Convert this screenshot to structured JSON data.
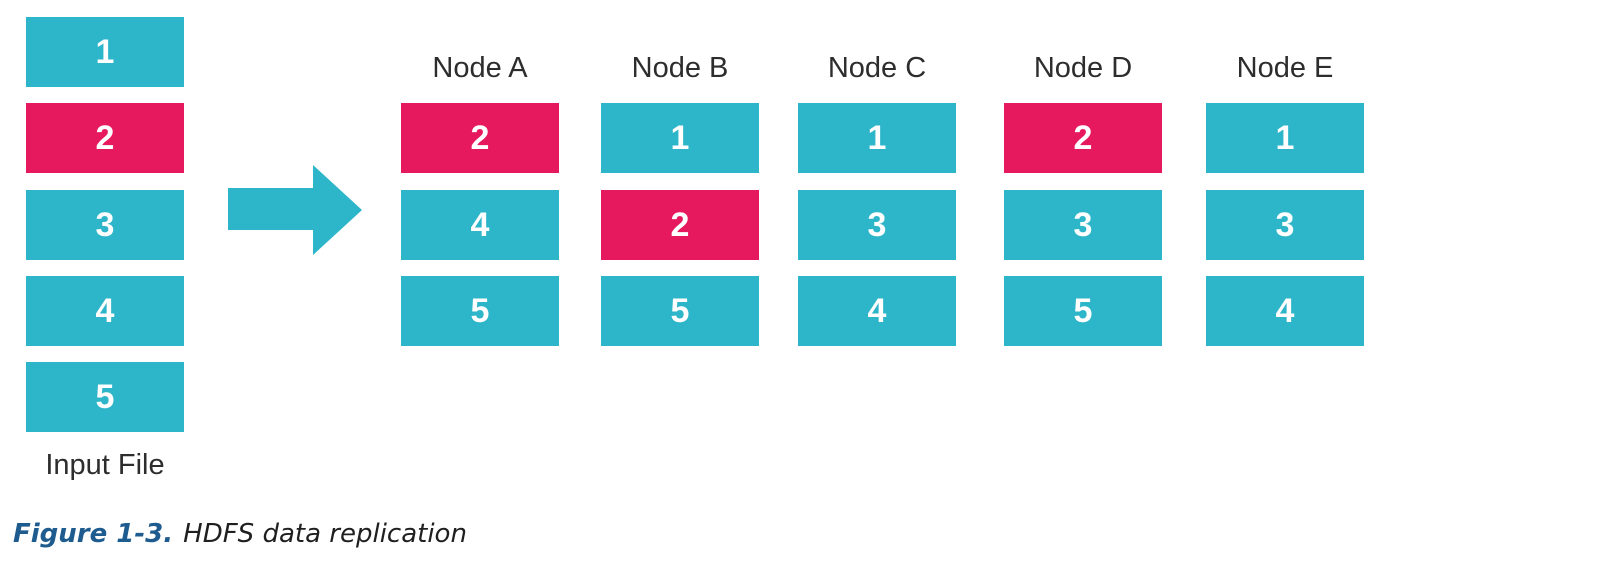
{
  "colors": {
    "block_cyan": "#2db5c9",
    "block_pink": "#e6195f",
    "caption_blue": "#1e5b8e",
    "label_dark": "#2d2d2d",
    "block_text": "#ffffff"
  },
  "input_file": {
    "label": "Input File",
    "blocks": [
      {
        "value": "1",
        "highlighted": false
      },
      {
        "value": "2",
        "highlighted": true
      },
      {
        "value": "3",
        "highlighted": false
      },
      {
        "value": "4",
        "highlighted": false
      },
      {
        "value": "5",
        "highlighted": false
      }
    ]
  },
  "arrow": {
    "name": "right-arrow"
  },
  "nodes": [
    {
      "label": "Node A",
      "blocks": [
        {
          "value": "2",
          "highlighted": true
        },
        {
          "value": "4",
          "highlighted": false
        },
        {
          "value": "5",
          "highlighted": false
        }
      ]
    },
    {
      "label": "Node B",
      "blocks": [
        {
          "value": "1",
          "highlighted": false
        },
        {
          "value": "2",
          "highlighted": true
        },
        {
          "value": "5",
          "highlighted": false
        }
      ]
    },
    {
      "label": "Node C",
      "blocks": [
        {
          "value": "1",
          "highlighted": false
        },
        {
          "value": "3",
          "highlighted": false
        },
        {
          "value": "4",
          "highlighted": false
        }
      ]
    },
    {
      "label": "Node D",
      "blocks": [
        {
          "value": "2",
          "highlighted": true
        },
        {
          "value": "3",
          "highlighted": false
        },
        {
          "value": "5",
          "highlighted": false
        }
      ]
    },
    {
      "label": "Node E",
      "blocks": [
        {
          "value": "1",
          "highlighted": false
        },
        {
          "value": "3",
          "highlighted": false
        },
        {
          "value": "4",
          "highlighted": false
        }
      ]
    }
  ],
  "figure": {
    "caption_label": "Figure 1-3.",
    "caption_text": "HDFS data replication"
  }
}
